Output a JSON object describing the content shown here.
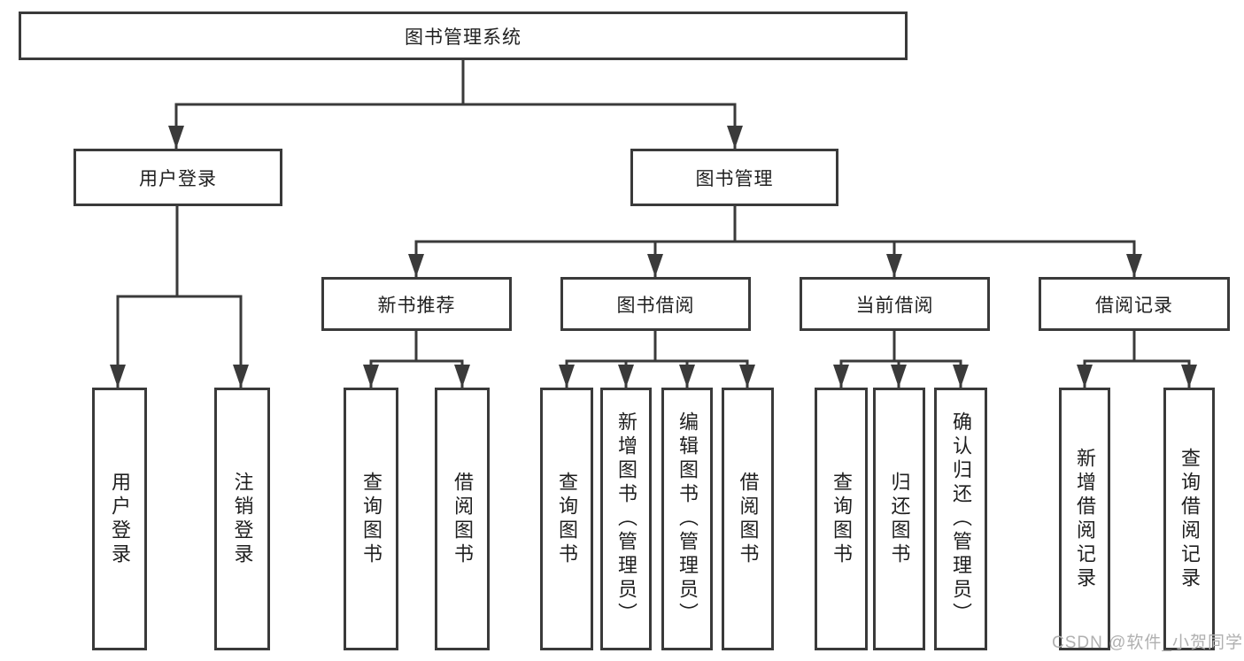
{
  "tree": {
    "label": "图书管理系统",
    "children": [
      {
        "label": "用户登录",
        "children": [
          {
            "label": "用户登录"
          },
          {
            "label": "注销登录"
          }
        ]
      },
      {
        "label": "图书管理",
        "children": [
          {
            "label": "新书推荐",
            "children": [
              {
                "label": "查询图书"
              },
              {
                "label": "借阅图书"
              }
            ]
          },
          {
            "label": "图书借阅",
            "children": [
              {
                "label": "查询图书"
              },
              {
                "label": "新增图书（管理员）"
              },
              {
                "label": "编辑图书（管理员）"
              },
              {
                "label": "借阅图书"
              }
            ]
          },
          {
            "label": "当前借阅",
            "children": [
              {
                "label": "查询图书"
              },
              {
                "label": "归还图书"
              },
              {
                "label": "确认归还（管理员）"
              }
            ]
          },
          {
            "label": "借阅记录",
            "children": [
              {
                "label": "新增借阅记录"
              },
              {
                "label": "查询借阅记录"
              }
            ]
          }
        ]
      }
    ]
  },
  "watermark": {
    "text": "CSDN @软件_小贺同学"
  },
  "colors": {
    "line": "#3a3a3a",
    "text": "#1f1f1f",
    "watermark": "#b0b0b0",
    "background": "#ffffff"
  }
}
